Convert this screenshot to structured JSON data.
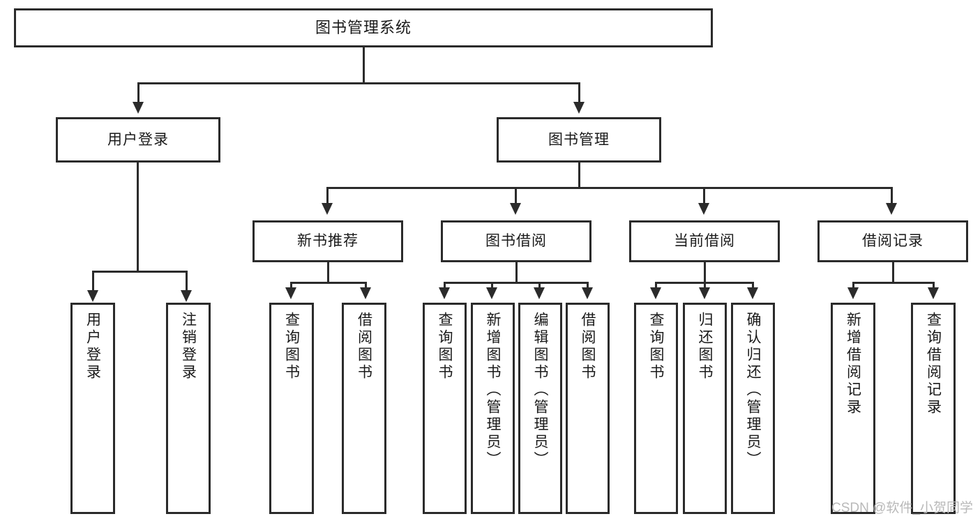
{
  "diagram": {
    "type": "tree-flowchart",
    "root": {
      "label": "图书管理系统"
    },
    "level2": [
      {
        "label": "用户登录"
      },
      {
        "label": "图书管理"
      }
    ],
    "level3": [
      {
        "label": "新书推荐"
      },
      {
        "label": "图书借阅"
      },
      {
        "label": "当前借阅"
      },
      {
        "label": "借阅记录"
      }
    ],
    "leaves": {
      "user_login": [
        {
          "label": "用户登录"
        },
        {
          "label": "注销登录"
        }
      ],
      "new_book_recommend": [
        {
          "label": "查询图书"
        },
        {
          "label": "借阅图书"
        }
      ],
      "book_borrow": [
        {
          "label": "查询图书"
        },
        {
          "label": "新增图书（管理员）"
        },
        {
          "label": "编辑图书（管理员）"
        },
        {
          "label": "借阅图书"
        }
      ],
      "current_borrow": [
        {
          "label": "查询图书"
        },
        {
          "label": "归还图书"
        },
        {
          "label": "确认归还（管理员）"
        }
      ],
      "borrow_record": [
        {
          "label": "新增借阅记录"
        },
        {
          "label": "查询借阅记录"
        }
      ]
    }
  },
  "watermark": {
    "text": "CSDN @软件_小贺同学"
  },
  "colors": {
    "border": "#2b2b2b",
    "background": "#ffffff",
    "text": "#1a1a1a",
    "watermark": "#b9b9b9"
  }
}
